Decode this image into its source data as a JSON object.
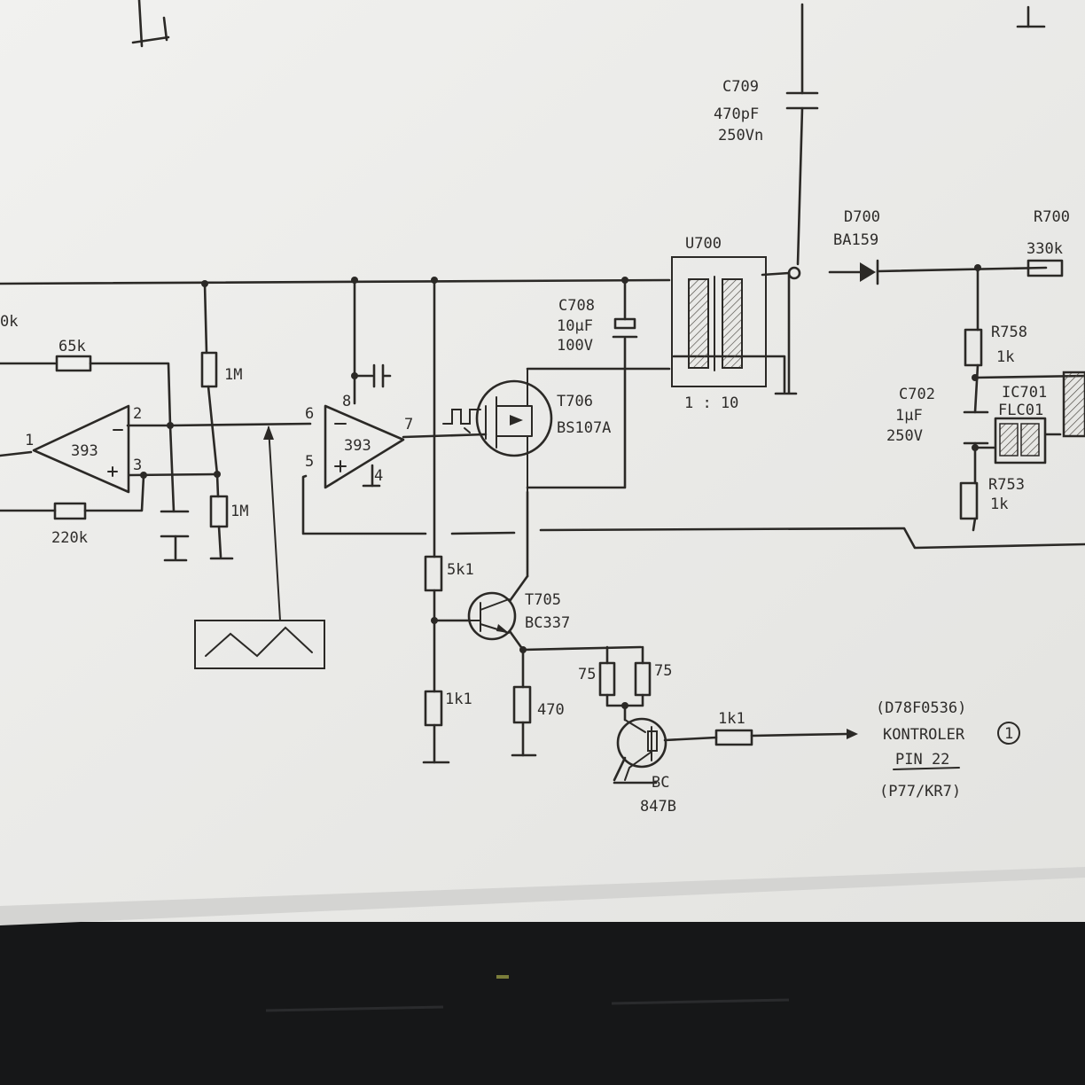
{
  "schematic": {
    "c709": {
      "ref": "C709",
      "value": "470pF",
      "rating": "250Vn"
    },
    "d700": {
      "ref": "D700",
      "part": "BA159"
    },
    "r700": {
      "ref": "R700",
      "value": "330k"
    },
    "u700": {
      "ref": "U700",
      "ratio": "1 : 10"
    },
    "c708": {
      "ref": "C708",
      "value": "10µF",
      "rating": "100V"
    },
    "r758": {
      "ref": "R758",
      "value": "1k"
    },
    "r753": {
      "ref": "R753",
      "value": "1k"
    },
    "c702": {
      "ref": "C702",
      "value": "1µF",
      "rating": "250V"
    },
    "ic701": {
      "ref": "IC701",
      "part": "FLC01"
    },
    "t706": {
      "ref": "T706",
      "part": "BS107A"
    },
    "t705": {
      "ref": "T705",
      "part": "BC337"
    },
    "t_bc847": {
      "part_line1": "BC",
      "part_line2": "847B"
    },
    "opamp1": {
      "part": "393",
      "pin_inv": "2",
      "pin_noninv": "3",
      "pin_out": "1"
    },
    "comparator": {
      "part": "393",
      "pin_inv": "6",
      "pin_noninv": "5",
      "pin_out": "7",
      "pin_vcc": "8",
      "pin_gnd": "4"
    },
    "resistors": {
      "r_65k": "65k",
      "r_220k": "220k",
      "r_1m_a": "1M",
      "r_1m_b": "1M",
      "r_5k1": "5k1",
      "r_1k1_a": "1k1",
      "r_470": "470",
      "r_75_a": "75",
      "r_75_b": "75",
      "r_1k1_b": "1k1"
    },
    "left_cut_label": "0k",
    "controller": {
      "line1": "(D78F0536)",
      "line2": "KONTROLER",
      "mark": "1",
      "line3": "PIN 22",
      "line4": "(P77/KR7)"
    }
  }
}
